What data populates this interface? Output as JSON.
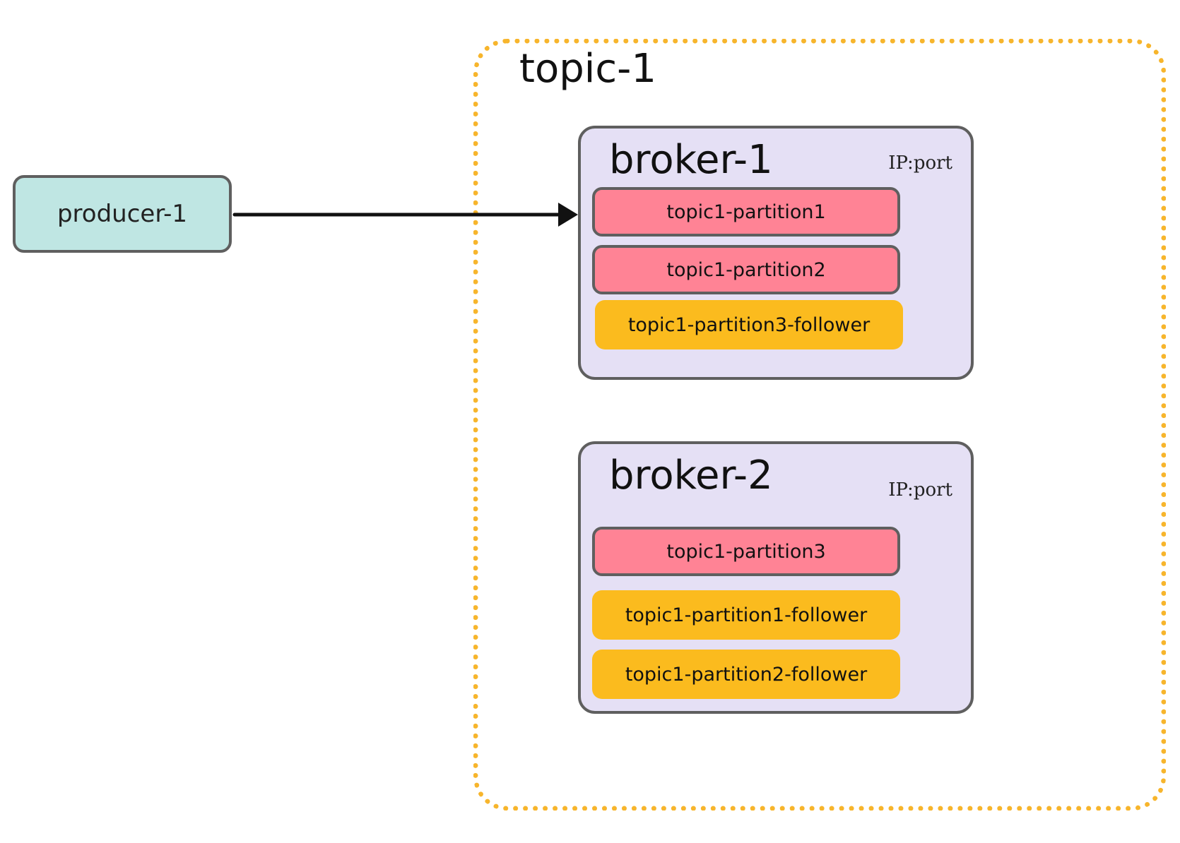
{
  "topic": {
    "name": "topic-1",
    "border_color": "#f7b52c"
  },
  "producer": {
    "name": "producer-1",
    "fill_color": "#bfe6e3"
  },
  "arrow": {
    "from": "producer-1",
    "to": "broker-1"
  },
  "brokers": [
    {
      "name": "broker-1",
      "address": "IP:port",
      "partitions": [
        {
          "label": "topic1-partition1",
          "role": "leader"
        },
        {
          "label": "topic1-partition2",
          "role": "leader"
        },
        {
          "label": "topic1-partition3-follower",
          "role": "follower"
        }
      ]
    },
    {
      "name": "broker-2",
      "address": "IP:port",
      "partitions": [
        {
          "label": "topic1-partition3",
          "role": "leader"
        },
        {
          "label": "topic1-partition1-follower",
          "role": "follower"
        },
        {
          "label": "topic1-partition2-follower",
          "role": "follower"
        }
      ]
    }
  ],
  "colors": {
    "broker_fill": "#e5e0f5",
    "leader_fill": "#ff8395",
    "follower_fill": "#fbbb1e",
    "outline": "#5f5f5f"
  }
}
